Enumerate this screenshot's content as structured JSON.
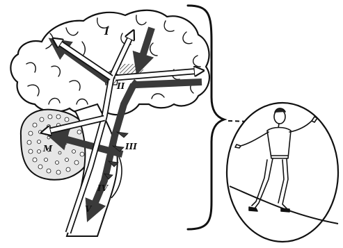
{
  "figure": {
    "labels": {
      "region_1": "I",
      "region_2": "II",
      "region_3": "III",
      "region_4": "IV",
      "region_5": "V",
      "region_m": "M"
    },
    "colors": {
      "ink": "#111111",
      "dark_arrow": "#3a3a3a",
      "light_arrow": "#ffffff",
      "cerebellum_fill": "#cfcfcf"
    }
  }
}
